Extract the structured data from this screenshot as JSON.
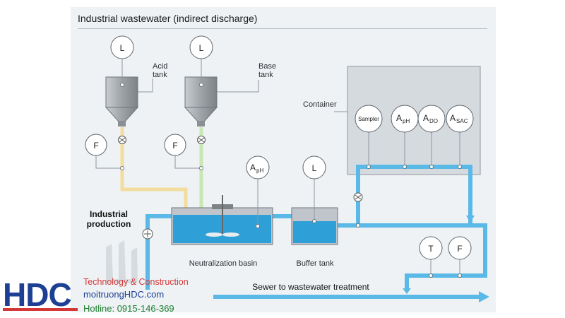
{
  "title": "Industrial wastewater (indirect discharge)",
  "labels": {
    "acid_tank": [
      "Acid",
      "tank"
    ],
    "base_tank": [
      "Base",
      "tank"
    ],
    "container": "Container",
    "industrial_production": [
      "Industrial",
      "production"
    ],
    "neutralization_basin": "Neutralization basin",
    "buffer_tank": "Buffer tank",
    "sewer": "Sewer to wastewater treatment"
  },
  "instruments": {
    "acid_level": "L",
    "base_level": "L",
    "acid_flow": "F",
    "base_flow": "F",
    "basin_ph": {
      "main": "A",
      "sub": "pH"
    },
    "buffer_level": "L",
    "sampler": "Sampler",
    "container_ph": {
      "main": "A",
      "sub": "pH"
    },
    "container_do": {
      "main": "A",
      "sub": "DO"
    },
    "container_sac": {
      "main": "A",
      "sub": "SAC"
    },
    "temperature": "T",
    "outflow": "F"
  },
  "watermark": {
    "logo": "HDC",
    "tagline": "Technology & Construction",
    "website": "moitruongHDC.com",
    "hotline": "Hotline: 0915-146-369"
  },
  "colors": {
    "pipe_water": "#5ab9e6",
    "acid_line": "#f3dd9e",
    "base_line": "#c9e7b0",
    "tank_steel": "#9ea3a8",
    "brand_blue": "#1d3f94",
    "brand_red": "#d33838",
    "brand_green": "#1c7c2d"
  }
}
